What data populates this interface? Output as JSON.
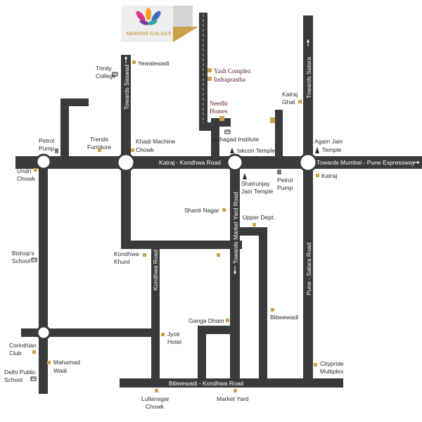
{
  "brand": {
    "logo_text": "ARIHANT GALAXY",
    "colors": {
      "gold": "#c9a24a",
      "road": "#3a3a3a",
      "text": "#2a2a2a",
      "brand_text": "#5a1a1a"
    }
  },
  "roads": {
    "katraj_kondhwa": "Katraj - Kondhwa Road",
    "towards_mumbai": "Towards Mumbai - Pune Expressway",
    "towards_saswad": "Towards Saswad",
    "towards_satara": "Towards Satara",
    "pune_satara": "Pune - Satara Road",
    "towards_market_yard": "Towards Market Yard Road",
    "kondhwa_road": "Kondhwa Road",
    "bibwewadi_kondhwa": "Bibwewadi - Kondhwa Road"
  },
  "landmarks": {
    "yewalewadi": "Yewalewadi",
    "trinity": [
      "Trinity",
      "College"
    ],
    "yash_complex": "Yash Complex",
    "indraprastha": "Indraprastha",
    "needhi": [
      "Needhi",
      "Homes"
    ],
    "sinhagad": "Sinhagad Institute",
    "iskcon": "Iskcon Temple",
    "katraj_ghat": [
      "Katraj",
      "Ghat"
    ],
    "agam": [
      "Agam Jain",
      "Temple"
    ],
    "petrol_pump_left": [
      "Petrol",
      "Pump"
    ],
    "trends": [
      "Trends",
      "Furniture"
    ],
    "khadi": [
      "Khadi Machine",
      "Chowk"
    ],
    "undri": [
      "Undri",
      "Chowk"
    ],
    "shatrunjay": [
      "Shatrunjay",
      "Jain Temple"
    ],
    "petrol_pump_right": [
      "Petrol",
      "Pump"
    ],
    "katraj": "Katraj",
    "shanti_nagar": "Shanti Nagar",
    "upper_dept": "Upper Dept.",
    "bishops": [
      "Bishop's",
      "School"
    ],
    "kondhwa_khurd": [
      "Kondhwa",
      "Khurd"
    ],
    "bibwewadi": "Bibwewadi",
    "ganga_dham": "Ganga Dham",
    "jyoti": [
      "Jyoti",
      "Hotel"
    ],
    "corinthian": [
      "Corinthian",
      "Club"
    ],
    "mahamad": [
      "Mahamad",
      "Wadi"
    ],
    "dps": [
      "Delhi Public",
      "School"
    ],
    "citypride": [
      "Citypride",
      "Multiplex"
    ],
    "lullanagar": [
      "Lullanagar",
      "Chowk"
    ],
    "market_yard": "Market Yard"
  }
}
